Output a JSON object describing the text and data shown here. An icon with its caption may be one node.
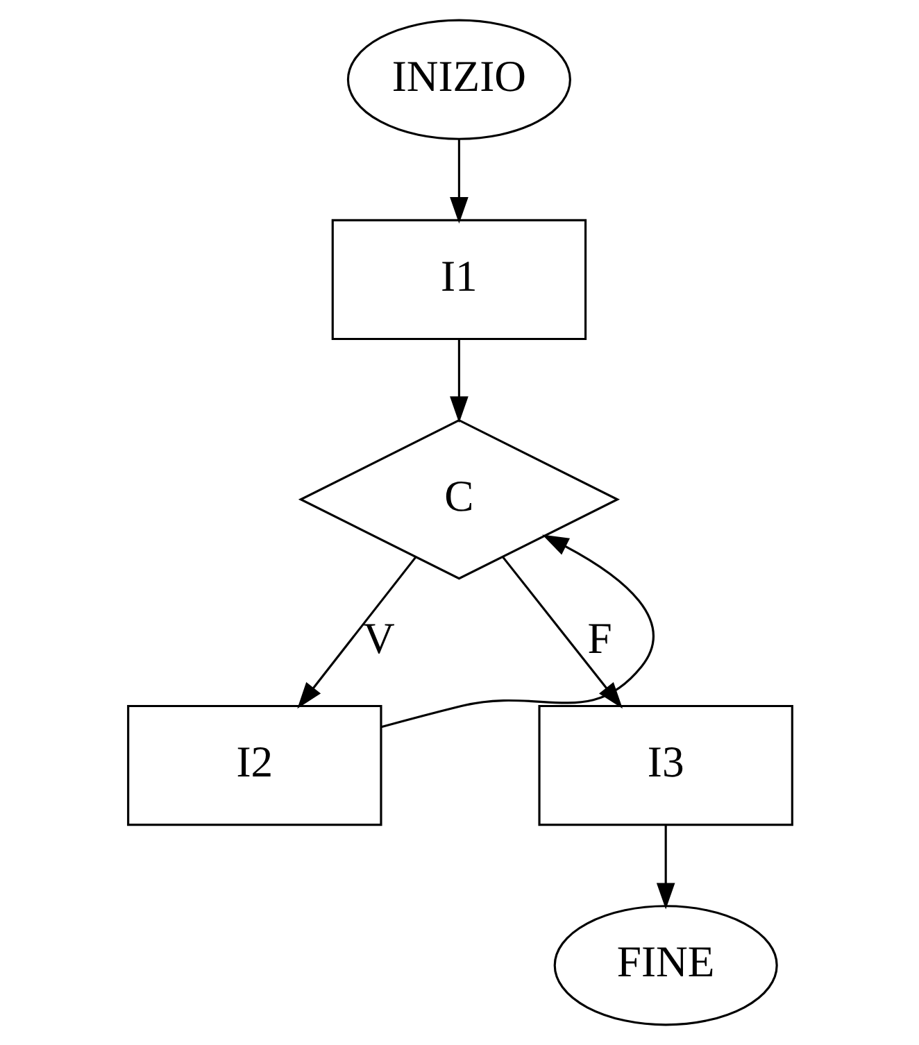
{
  "diagram": {
    "nodes": [
      {
        "text": [
          "INIZIO"
        ]
      },
      {
        "text": [
          "I1"
        ]
      },
      {
        "text": [
          "C"
        ]
      },
      {
        "text": [
          "I2"
        ]
      },
      {
        "text": [
          "I3"
        ]
      },
      {
        "text": [
          "FINE"
        ]
      }
    ],
    "edges": [
      {
        "from": 0,
        "to": 1,
        "arrow": "to"
      },
      {
        "from": 1,
        "to": 2,
        "arrow": "to"
      },
      {
        "from": 2,
        "to": 3,
        "arrow": "to",
        "label": "V"
      },
      {
        "from": 2,
        "to": 4,
        "arrow": "to",
        "label": "F"
      },
      {
        "from": 3,
        "to": 2,
        "arrow": "to"
      },
      {
        "from": 4,
        "to": 5,
        "arrow": "to"
      }
    ]
  }
}
